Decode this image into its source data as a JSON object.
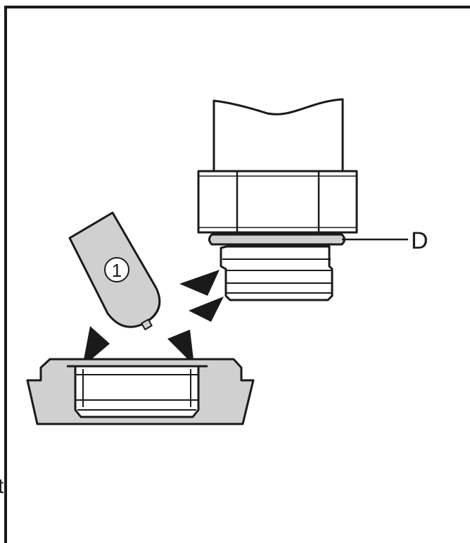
{
  "labels": {
    "part_label": "D",
    "callout_number": "1",
    "edge_fragment": "t"
  },
  "colors": {
    "ink": "#1a1a1a",
    "fill_gray": "#d0d0d0",
    "background": "#ffffff"
  },
  "icons": {
    "direction_marker": "black-arrowhead-icon",
    "callout": "circled-number-icon"
  }
}
